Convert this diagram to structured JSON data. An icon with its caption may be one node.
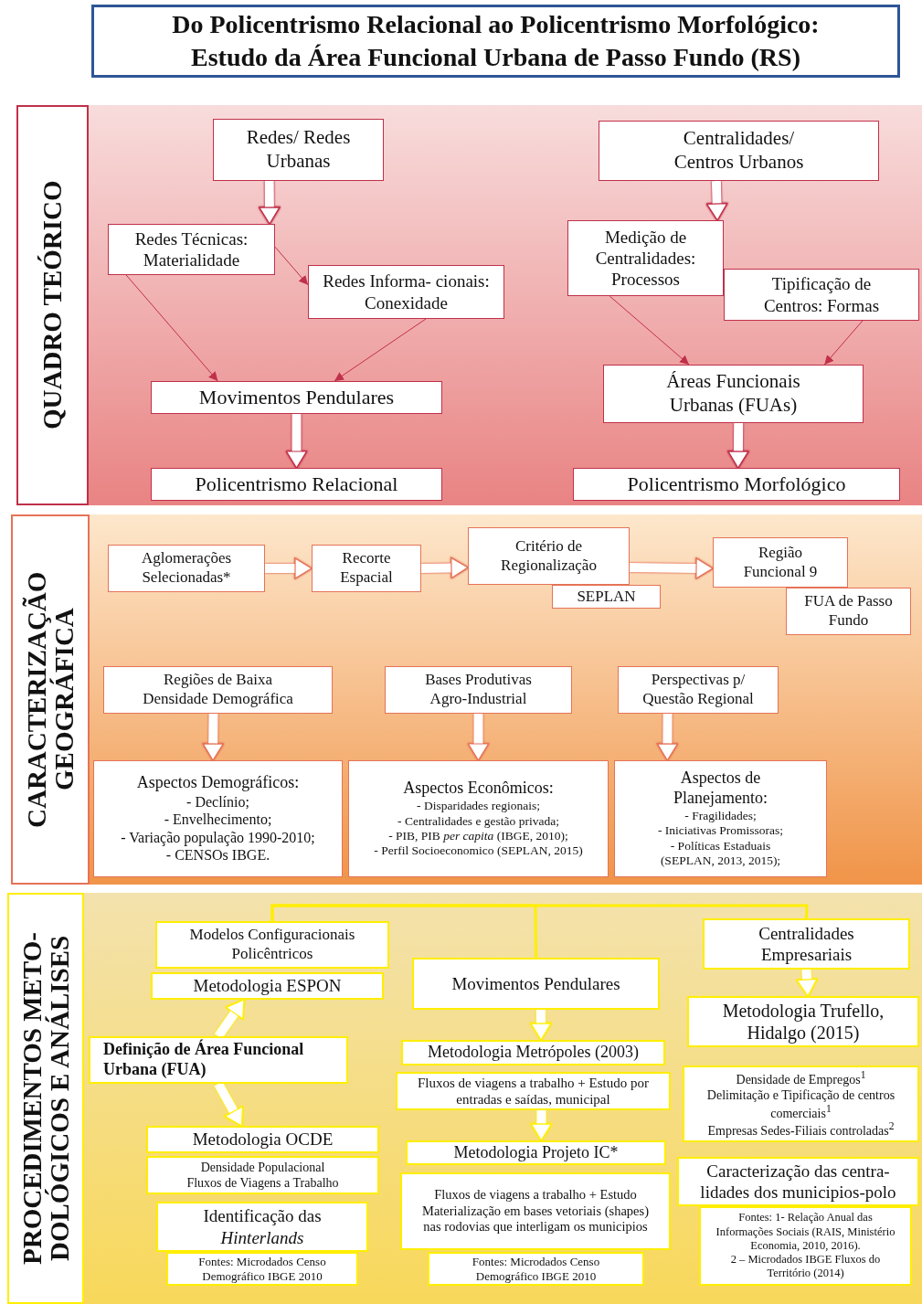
{
  "diagram": {
    "title": "Do Policentrismo Relacional ao Policentrismo Morfológico: Estudo da Área Funcional Urbana de Passo Fundo (RS)",
    "nodes": [
      {
        "text": [
          "QUADRO TEÓRICO"
        ]
      },
      {
        "text": [
          "Redes/ Redes Urbanas"
        ],
        "in": 0
      },
      {
        "text": [
          "Centralidades/ Centros Urbanos"
        ],
        "in": 0
      },
      {
        "text": [
          "Redes Técnicas: Materialidade"
        ],
        "in": 0
      },
      {
        "text": [
          "Redes Informa- cionais: Conexidade"
        ],
        "in": 0
      },
      {
        "text": [
          "Medição de Centralidades: Processos"
        ],
        "in": 0
      },
      {
        "text": [
          "Tipificação de Centros: Formas"
        ],
        "in": 0
      },
      {
        "text": [
          "Movimentos Pendulares"
        ],
        "in": 0
      },
      {
        "text": [
          "Áreas Funcionais Urbanas (FUAs)"
        ],
        "in": 0
      },
      {
        "text": [
          "Policentrismo Relacional"
        ],
        "in": 0
      },
      {
        "text": [
          "Policentrismo Morfológico"
        ],
        "in": 0
      },
      {
        "text": [
          "CARACTERIZAÇÃO GEOGRÁFICA"
        ]
      },
      {
        "text": [
          "Aglomerações Selecionadas*"
        ],
        "in": 11
      },
      {
        "text": [
          "Recorte Espacial"
        ],
        "in": 11
      },
      {
        "text": [
          "Critério de Regionalização"
        ],
        "in": 11
      },
      {
        "text": [
          "SEPLAN"
        ],
        "in": 11
      },
      {
        "text": [
          "Região Funcional 9"
        ],
        "in": 11
      },
      {
        "text": [
          "FUA de Passo Fundo"
        ],
        "in": 11
      },
      {
        "text": [
          "Regiões de Baixa Densidade Demográfica"
        ],
        "in": 11
      },
      {
        "text": [
          "Bases Produtivas Agro-Industrial"
        ],
        "in": 11
      },
      {
        "text": [
          "Perspectivas p/ Questão Regional"
        ],
        "in": 11
      },
      {
        "text": [
          "Aspectos Demográficos:",
          "- Declínio;",
          "- Envelhecimento;",
          "- Variação população 1990-2010;",
          "- CENSOs IBGE."
        ],
        "in": 11
      },
      {
        "text": [
          "Aspectos Econômicos:",
          "- Disparidades regionais;",
          "- Centralidades e gestão privada;",
          "- PIB, PIB *per capita* (IBGE, 2010);",
          "- Perfil Socioeconomico (SEPLAN, 2015)"
        ],
        "in": 11
      },
      {
        "text": [
          "Aspectos de Planejamento:",
          "- Fragilidades;",
          "- Iniciativas Promissoras;",
          "- Políticas Estaduais (SEPLAN, 2013, 2015);"
        ],
        "in": 11
      },
      {
        "text": [
          "PROCEDIMENTOS METO- DOLÓGICOS E ANÁLISES"
        ]
      },
      {
        "text": [
          "Modelos Configuracionais Policêntricos"
        ],
        "in": 24
      },
      {
        "text": [
          "Metodologia ESPON"
        ],
        "in": 24
      },
      {
        "text": [
          "Definição de Área Funcional Urbana (FUA)"
        ],
        "in": 24
      },
      {
        "text": [
          "Metodologia OCDE"
        ],
        "in": 24
      },
      {
        "text": [
          "Densidade Populacional",
          "Fluxos de Viagens a Trabalho"
        ],
        "in": 24
      },
      {
        "text": [
          "Identificação das *Hinterlands*"
        ],
        "in": 24
      },
      {
        "text": [
          "Fontes: Microdados Censo Demográfico IBGE 2010"
        ],
        "in": 24
      },
      {
        "text": [
          "Movimentos Pendulares"
        ],
        "in": 24
      },
      {
        "text": [
          "Metodologia Metrópoles (2003)"
        ],
        "in": 24
      },
      {
        "text": [
          "Fluxos de viagens a trabalho + Estudo por entradas e saídas, municipal"
        ],
        "in": 24
      },
      {
        "text": [
          "Metodologia Projeto IC*"
        ],
        "in": 24
      },
      {
        "text": [
          "Fluxos de viagens a trabalho + Estudo",
          "Materialização em bases vetoriais (shapes) nas rodovias que interligam os municipios"
        ],
        "in": 24
      },
      {
        "text": [
          "Fontes: Microdados Censo Demográfico IBGE 2010"
        ],
        "in": 24
      },
      {
        "text": [
          "Centralidades Empresariais"
        ],
        "in": 24
      },
      {
        "text": [
          "Metodologia Trufello, Hidalgo (2015)"
        ],
        "in": 24
      },
      {
        "text": [
          "Densidade de Empregos$^{1}$",
          "Delimitação e Tipificação de centros comerciais$^{1}$",
          "Empresas Sedes-Filiais controladas$^{2}$"
        ],
        "in": 24
      },
      {
        "text": [
          "Caracterização das centra- lidades dos municipios-polo"
        ],
        "in": 24
      },
      {
        "text": [
          "Fontes: 1- Relação Anual das Informações Sociais (RAIS, Ministério Economia, 2010, 2016).",
          "2 – Microdados IBGE Fluxos do Território (2014)"
        ],
        "in": 24
      }
    ],
    "edges": [
      {
        "from": 1,
        "to": 3,
        "arrow": "to"
      },
      {
        "from": 3,
        "to": 4,
        "arrow": "to",
        "color": "#c0304a"
      },
      {
        "from": 3,
        "to": 7,
        "arrow": "to",
        "color": "#c0304a"
      },
      {
        "from": 4,
        "to": 7,
        "arrow": "to",
        "color": "#c0304a"
      },
      {
        "from": 7,
        "to": 9,
        "arrow": "to"
      },
      {
        "from": 2,
        "to": 5,
        "arrow": "to"
      },
      {
        "from": 5,
        "to": 8,
        "arrow": "to",
        "color": "#c0304a"
      },
      {
        "from": 6,
        "to": 8,
        "arrow": "to",
        "color": "#c0304a"
      },
      {
        "from": 8,
        "to": 10,
        "arrow": "to"
      },
      {
        "from": 12,
        "to": 13,
        "arrow": "to"
      },
      {
        "from": 13,
        "to": 14,
        "arrow": "to"
      },
      {
        "from": 14,
        "to": 16,
        "arrow": "to"
      },
      {
        "from": 18,
        "to": 21,
        "arrow": "to"
      },
      {
        "from": 19,
        "to": 22,
        "arrow": "to"
      },
      {
        "from": 20,
        "to": 23,
        "arrow": "to"
      },
      {
        "from": 25,
        "to": 32,
        "arrow": "none",
        "color": "#ffee00"
      },
      {
        "from": 25,
        "to": 38,
        "arrow": "none",
        "color": "#ffee00"
      },
      {
        "from": 27,
        "to": 26,
        "arrow": "to"
      },
      {
        "from": 27,
        "to": 28,
        "arrow": "to"
      },
      {
        "from": 32,
        "to": 33,
        "arrow": "to"
      },
      {
        "from": 34,
        "to": 35,
        "arrow": "to"
      },
      {
        "from": 38,
        "to": 39,
        "arrow": "to"
      }
    ]
  }
}
